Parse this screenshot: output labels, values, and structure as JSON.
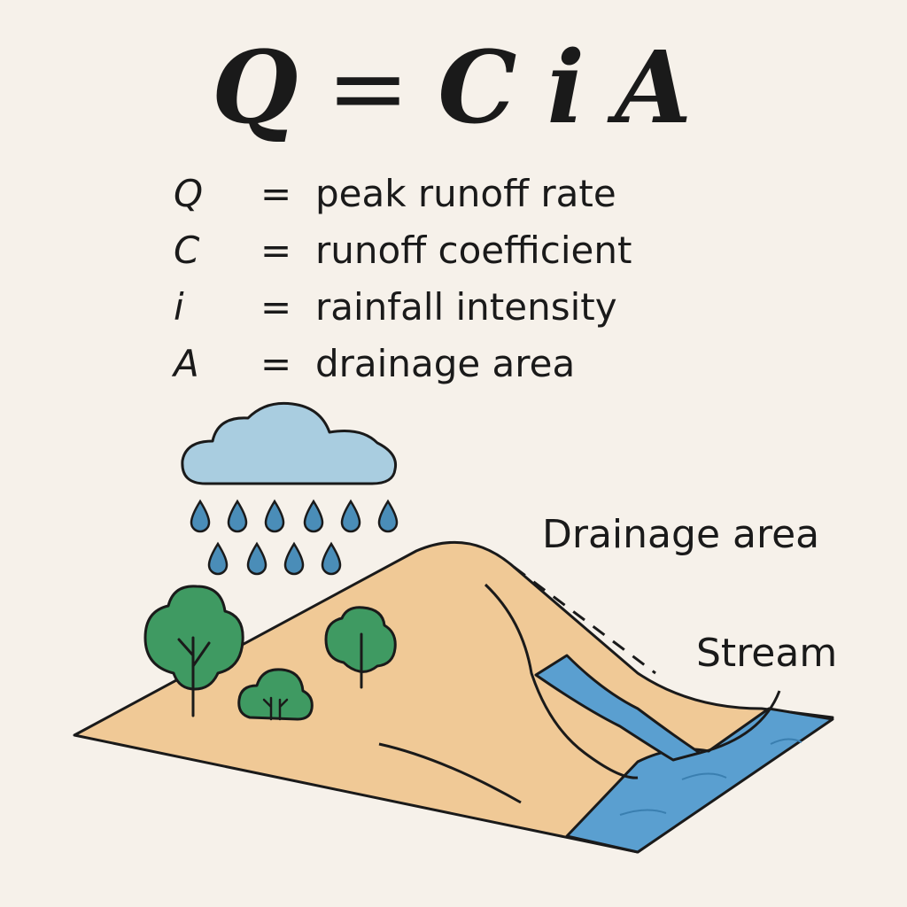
{
  "formula": {
    "q": "Q",
    "eq": "=",
    "c": "C",
    "i": "i",
    "a": "A"
  },
  "legend": [
    {
      "symbol": "Q",
      "eq": "=",
      "description": "peak runoff rate"
    },
    {
      "symbol": "C",
      "eq": "=",
      "description": "runoff coefficient"
    },
    {
      "symbol": "i",
      "eq": "=",
      "description": "rainfall intensity"
    },
    {
      "symbol": "A",
      "eq": "=",
      "description": "drainage area"
    }
  ],
  "labels": {
    "drainage_area": "Drainage area",
    "stream": "Stream"
  },
  "colors": {
    "background": "#f6f1ea",
    "terrain": "#f0c996",
    "cloud": "#a9cde0",
    "raindrop": "#4a8db8",
    "tree": "#3f9a62",
    "water": "#5a9fd0",
    "outline": "#1a1a1a"
  }
}
